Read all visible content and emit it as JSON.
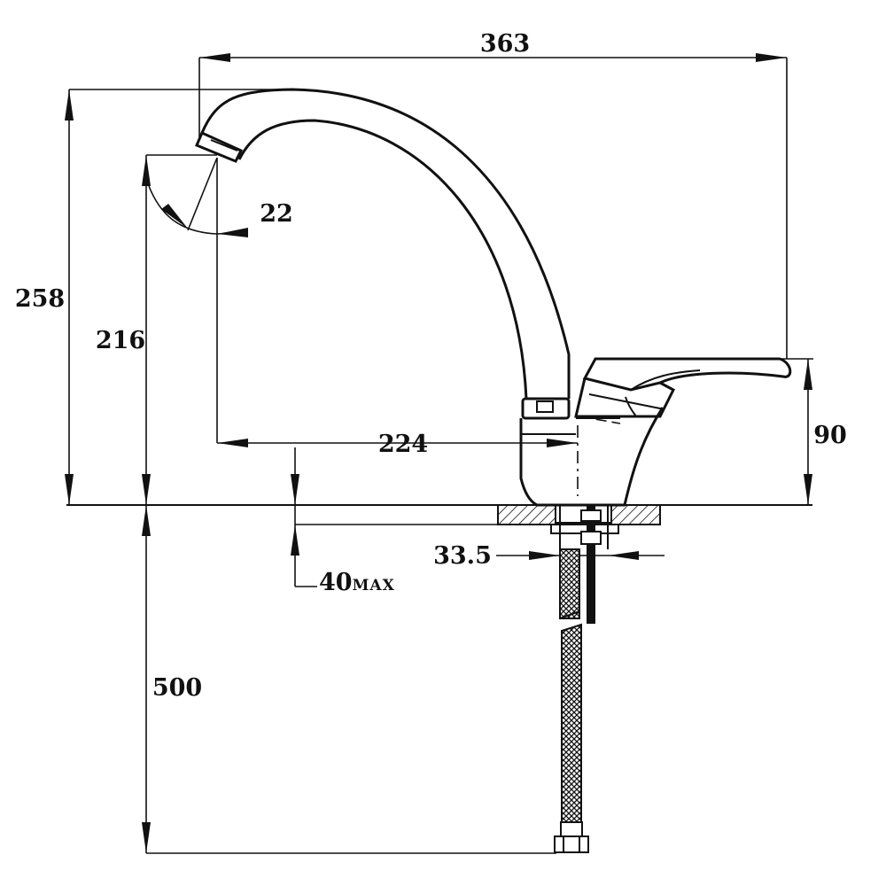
{
  "dimensions": {
    "width_total": "363",
    "height_total": "258",
    "spout_height": "216",
    "angle": "22",
    "reach": "224",
    "lever_height": "90",
    "hole_diameter": "33.5",
    "thickness_value": "40",
    "thickness_suffix": "MAX",
    "hose_length": "500"
  }
}
